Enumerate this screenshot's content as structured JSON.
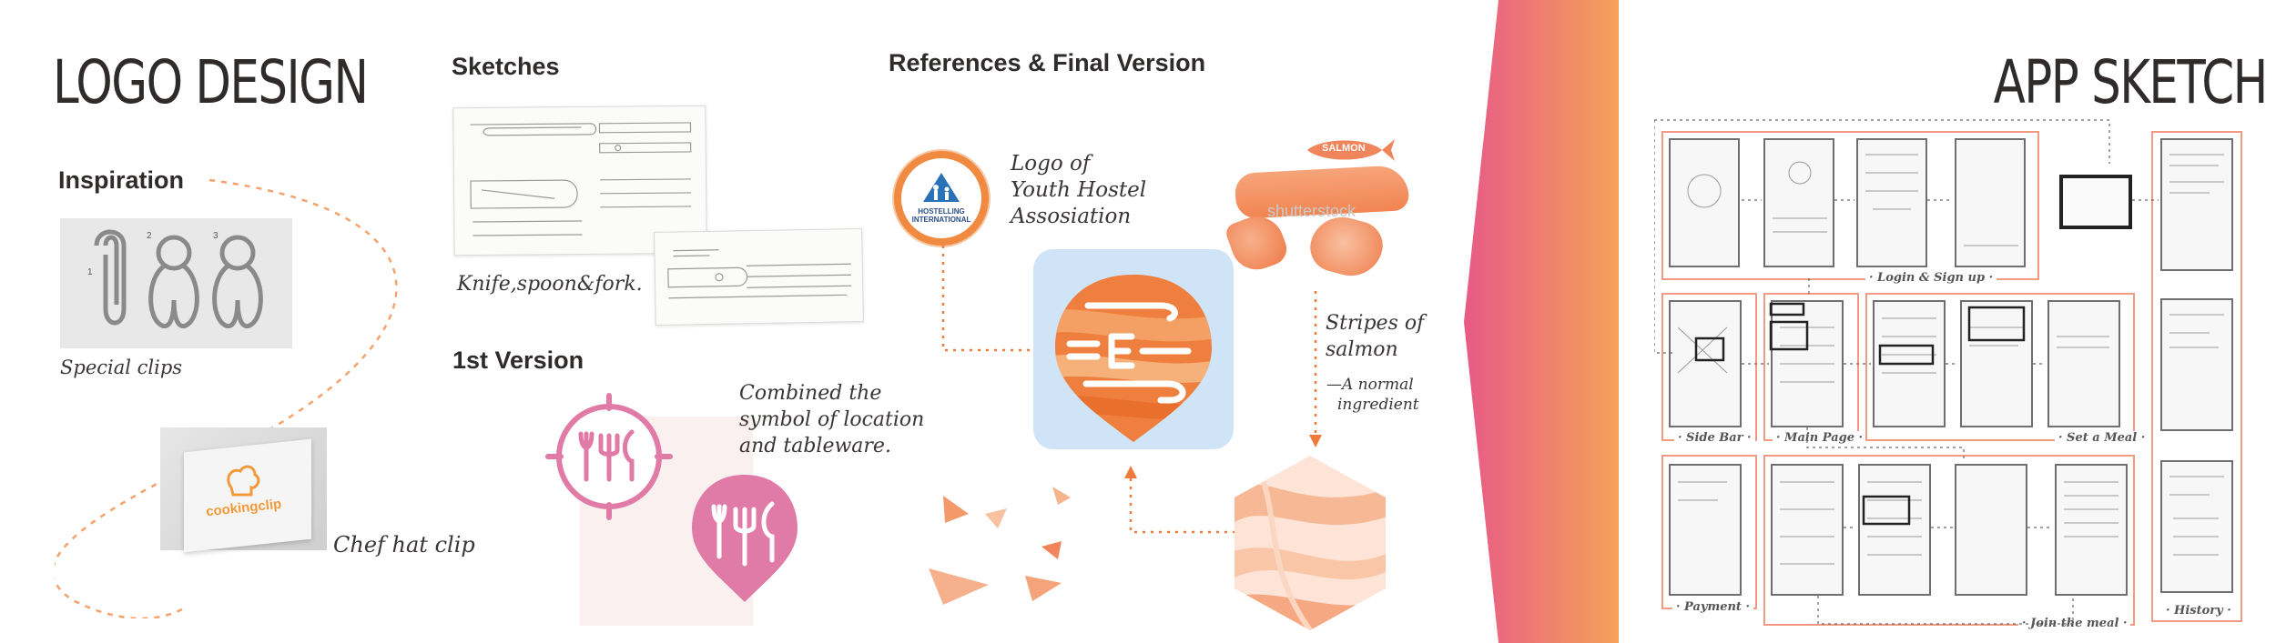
{
  "logo_section": {
    "title": "LOGO DESIGN",
    "inspiration_heading": "Inspiration",
    "special_clips_caption": "Special clips",
    "chef_hat_caption": "Chef hat clip",
    "cookingclip_mark": "cookingclip",
    "sketches_heading": "Sketches",
    "sketches_caption": "Knife,spoon&fork.",
    "first_version_heading": "1st Version",
    "first_version_caption_lines": [
      "Combined the",
      "symbol of location",
      "and tableware."
    ],
    "references_heading": "References & Final Version",
    "yha_caption_lines": [
      "Logo of",
      "Youth Hostel",
      "Assosiation"
    ],
    "hostelling_badge_lines": [
      "HOSTELLING",
      "INTERNATIONAL"
    ],
    "salmon_fish_label": "SALMON",
    "watermark": "shutterstock",
    "salmon_caption_lines": [
      "Stripes of",
      "salmon"
    ],
    "salmon_subcaption_lines": [
      "—A normal",
      "ingredient"
    ]
  },
  "app_section": {
    "title": "APP SKETCH",
    "groups": {
      "login": "· Login & Sign up ·",
      "sidebar": "· Side Bar ·",
      "main": "· Main Page ·",
      "set_meal": "· Set a Meal ·",
      "payment": "· Payment ·",
      "join": "· Join the meal ·",
      "history": "· History ·"
    }
  },
  "colors": {
    "accent_orange": "#ee7a3c",
    "accent_pink": "#e85a86",
    "frame_salmon": "#f39a82",
    "pink_logo": "#e07aa6",
    "light_blue_tile": "#cfe4f7"
  }
}
